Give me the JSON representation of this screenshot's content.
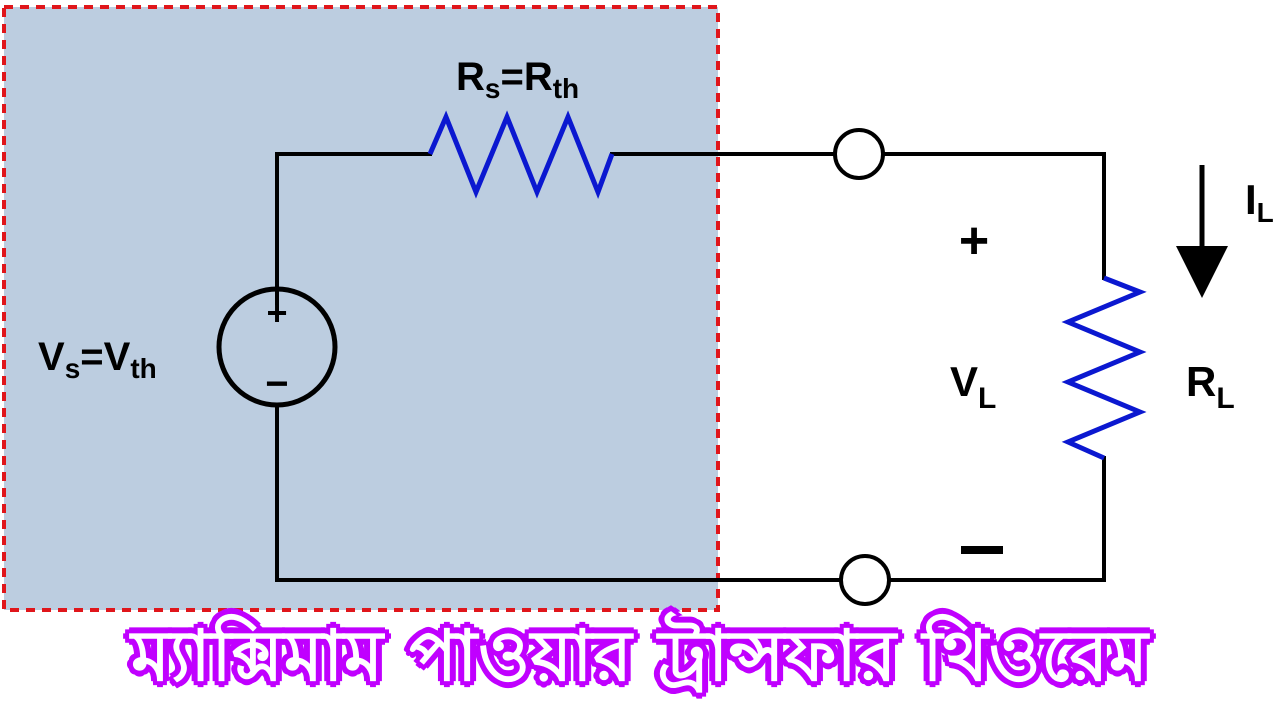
{
  "labels": {
    "source_resistor": {
      "main": "R",
      "sub1": "s",
      "eq": "=R",
      "sub2": "th"
    },
    "source_voltage": {
      "main": "V",
      "sub1": "s",
      "eq": "=V",
      "sub2": "th"
    },
    "load_current": {
      "main": "I",
      "sub": "L"
    },
    "load_voltage": {
      "main": "V",
      "sub": "L"
    },
    "load_resistor": {
      "main": "R",
      "sub": "L"
    },
    "plus_sign": "+",
    "minus_sign": "−",
    "source_plus": "+",
    "source_minus": "−"
  },
  "banner": {
    "text": "ম্যাক্সিমাম পাওয়ার ট্রান্সফার থিওরেম"
  },
  "colors": {
    "thevenin_box_fill": "#bccde0",
    "thevenin_box_border": "#e0161b",
    "wire": "#000000",
    "resistor": "#0b18d0",
    "banner_fill": "#ffffff",
    "banner_outline": "#c000ff"
  }
}
